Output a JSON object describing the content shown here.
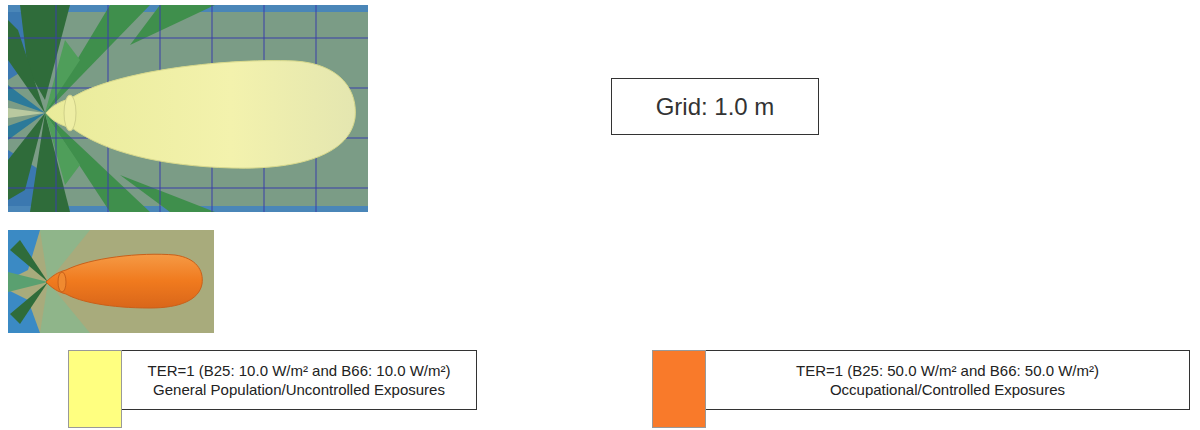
{
  "diagram": {
    "nodes": [
      {
        "text": [
          "Grid: 1.0 m"
        ]
      }
    ],
    "legend": [
      {
        "text": "TER=1 (B25: 10.0 W/m² and B66: 10.0 W/m²) General Population/Uncontrolled Exposures",
        "color": "#ffff80"
      },
      {
        "text": "TER=1 (B25: 50.0 W/m² and B66: 50.0 W/m²) Occupational/Controlled Exposures",
        "color": "#f97a2a"
      }
    ]
  }
}
